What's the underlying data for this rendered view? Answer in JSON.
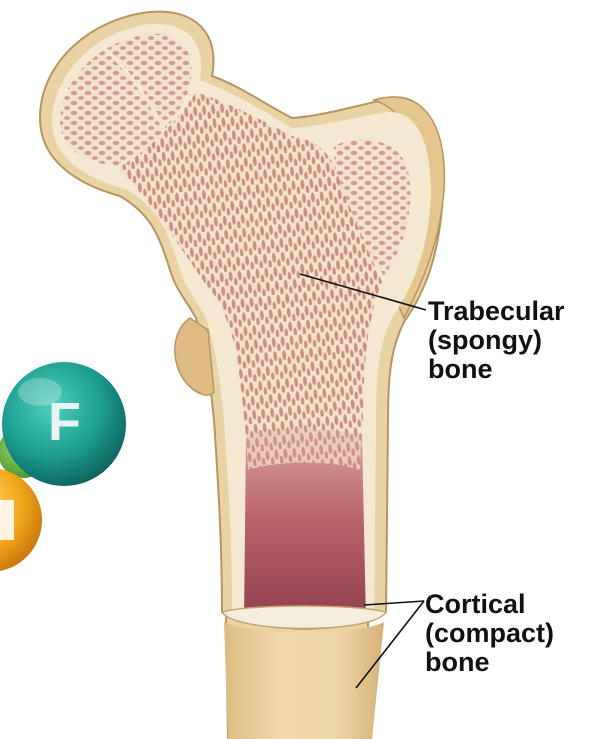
{
  "labels": {
    "trabecular": {
      "line1": "Trabecular",
      "line2": "(spongy)",
      "line3": "bone"
    },
    "cortical": {
      "line1": "Cortical",
      "line2": "(compact)",
      "line3": "bone"
    }
  },
  "vitamin_balls": {
    "teal_letter": "F"
  },
  "colors": {
    "cortical_bone": "#F2E6CC",
    "outer_shaft": "#E8CFA0",
    "trabecular_pink": "#D7A596",
    "marrow": "#A64E58",
    "teal_ball": "#1B9A8E",
    "yellow_ball": "#F2A81C",
    "leader_line": "#111111"
  }
}
